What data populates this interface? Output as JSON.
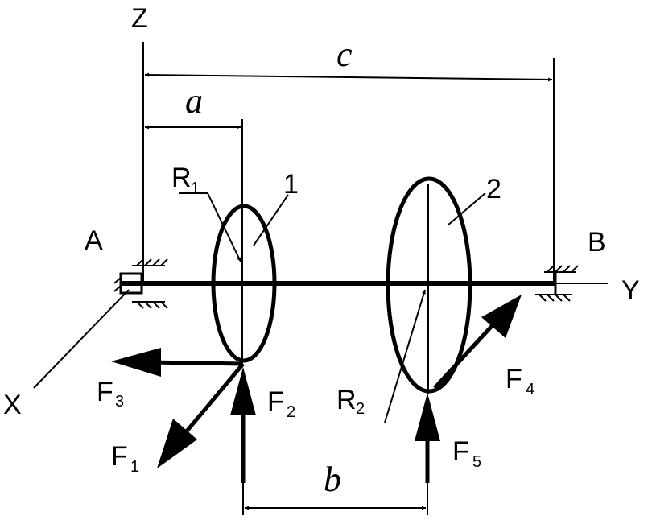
{
  "axes": {
    "z": "Z",
    "y": "Y",
    "x": "X"
  },
  "supports": {
    "left": "A",
    "right": "B"
  },
  "dimensions": {
    "a": "a",
    "b": "b",
    "c": "c"
  },
  "gears": {
    "first": "1",
    "second": "2"
  },
  "radii": [
    {
      "main": "R",
      "sub": "1"
    },
    {
      "main": "R",
      "sub": "2"
    }
  ],
  "forces": [
    {
      "main": "F",
      "sub": "1"
    },
    {
      "main": "F",
      "sub": "2"
    },
    {
      "main": "F",
      "sub": "3"
    },
    {
      "main": "F",
      "sub": "4"
    },
    {
      "main": "F",
      "sub": "5"
    }
  ]
}
